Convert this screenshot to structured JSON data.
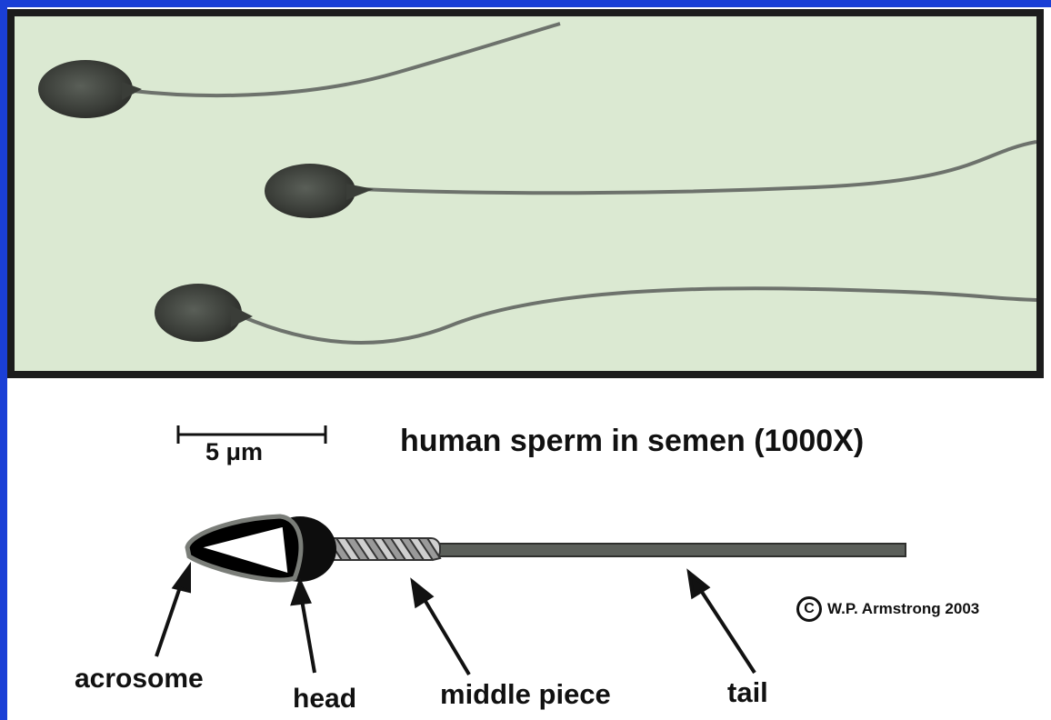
{
  "photo": {
    "caption": "human sperm in semen (1000X)",
    "scale_label": "5 μm"
  },
  "diagram": {
    "labels": {
      "acrosome": "acrosome",
      "head": "head",
      "middle_piece": "middle piece",
      "tail": "tail"
    }
  },
  "copyright": {
    "symbol": "C",
    "text": "W.P. Armstrong 2003"
  },
  "colors": {
    "background_border": "#1a3fd6",
    "photo_background": "#dbe9d2",
    "photo_frame": "#1c1c1c",
    "tail_gray": "#5b5f5a"
  }
}
